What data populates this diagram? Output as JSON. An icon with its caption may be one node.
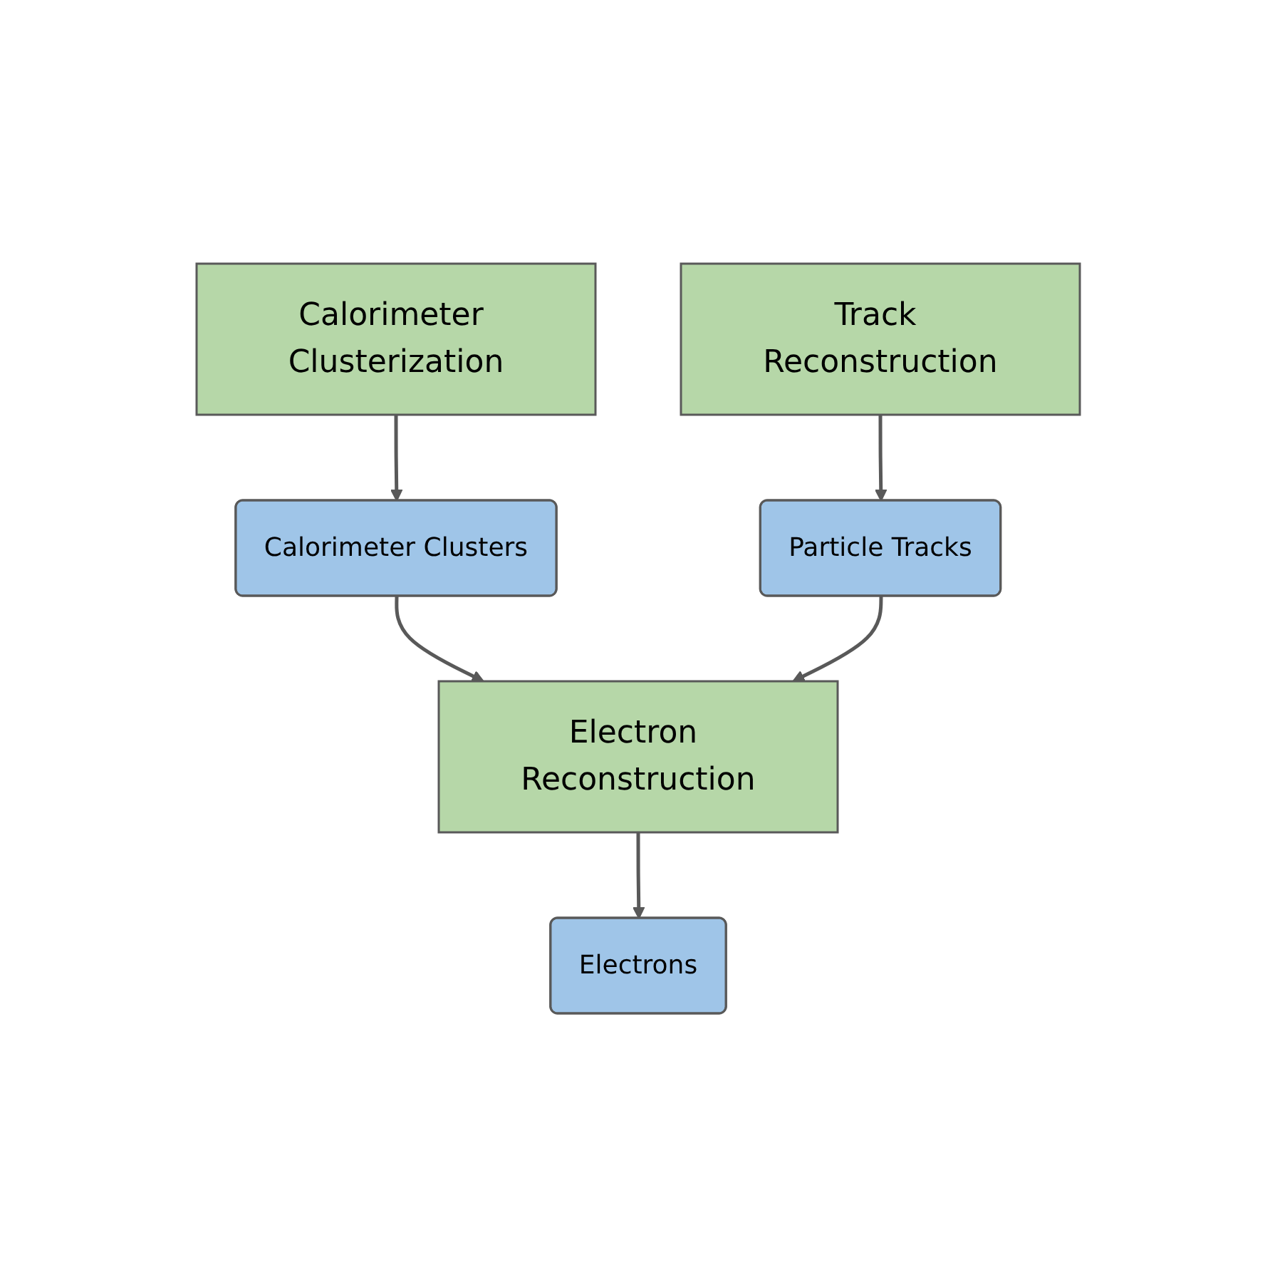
{
  "diagram": {
    "nodes": [
      {
        "text": [
          "Calorimeter Clusterization"
        ]
      },
      {
        "text": [
          "Track Reconstruction"
        ]
      },
      {
        "text": [
          "Calorimeter Clusters"
        ]
      },
      {
        "text": [
          "Particle Tracks"
        ]
      },
      {
        "text": [
          "Electron Reconstruction"
        ]
      },
      {
        "text": [
          "Electrons"
        ]
      }
    ],
    "edges": [
      {
        "from": 0,
        "to": 2,
        "arrow": "to"
      },
      {
        "from": 1,
        "to": 3,
        "arrow": "to"
      },
      {
        "from": 2,
        "to": 4,
        "arrow": "to"
      },
      {
        "from": 3,
        "to": 4,
        "arrow": "to"
      },
      {
        "from": 4,
        "to": 5,
        "arrow": "to"
      }
    ]
  }
}
